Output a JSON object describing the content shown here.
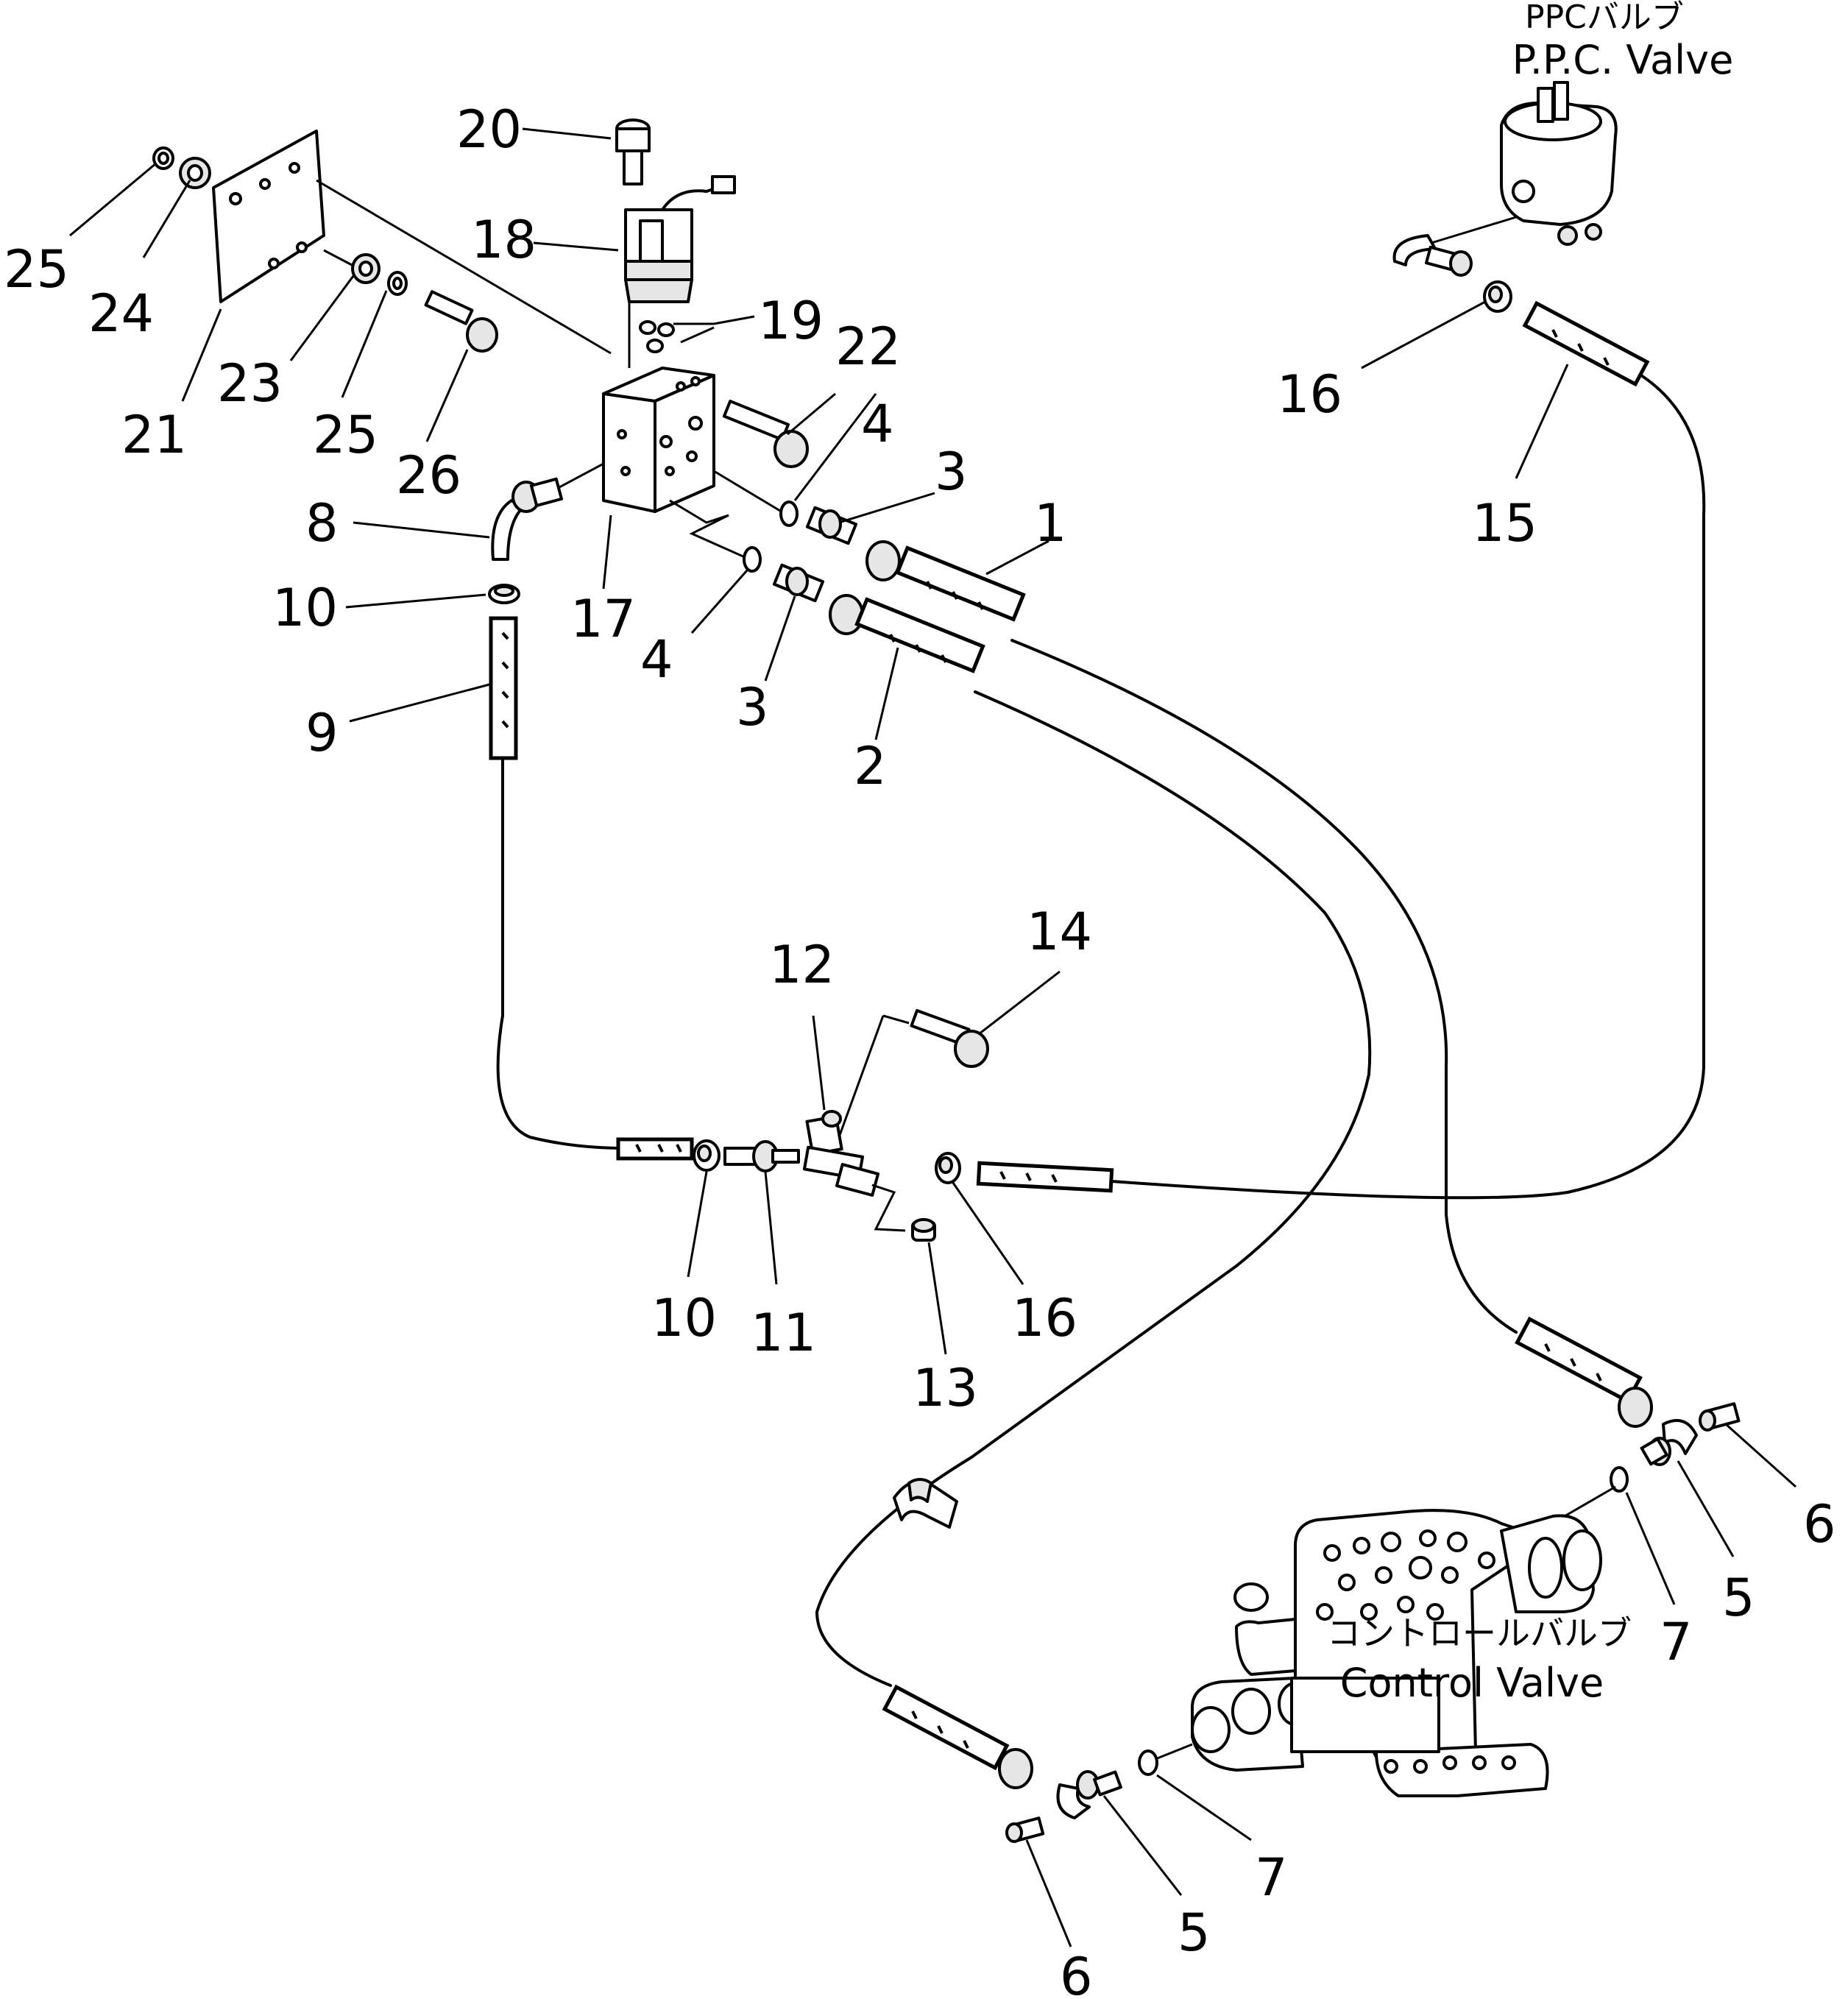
{
  "captions": {
    "ppc_valve_jp": "PPCバルブ",
    "ppc_valve_en": "P.P.C. Valve",
    "control_valve_jp": "コントロールバルブ",
    "control_valve_en": "Control Valve"
  },
  "callouts": [
    {
      "id": "c25a",
      "label": "25"
    },
    {
      "id": "c24",
      "label": "24"
    },
    {
      "id": "c21",
      "label": "21"
    },
    {
      "id": "c23",
      "label": "23"
    },
    {
      "id": "c25b",
      "label": "25"
    },
    {
      "id": "c26",
      "label": "26"
    },
    {
      "id": "c20",
      "label": "20"
    },
    {
      "id": "c18",
      "label": "18"
    },
    {
      "id": "c19",
      "label": "19"
    },
    {
      "id": "c22",
      "label": "22"
    },
    {
      "id": "c8",
      "label": "8"
    },
    {
      "id": "c17",
      "label": "17"
    },
    {
      "id": "c10a",
      "label": "10"
    },
    {
      "id": "c9",
      "label": "9"
    },
    {
      "id": "c4a",
      "label": "4"
    },
    {
      "id": "c3a",
      "label": "3"
    },
    {
      "id": "c1",
      "label": "1"
    },
    {
      "id": "c4b",
      "label": "4"
    },
    {
      "id": "c3b",
      "label": "3"
    },
    {
      "id": "c2",
      "label": "2"
    },
    {
      "id": "c16a",
      "label": "16"
    },
    {
      "id": "c15",
      "label": "15"
    },
    {
      "id": "c14",
      "label": "14"
    },
    {
      "id": "c12",
      "label": "12"
    },
    {
      "id": "c10b",
      "label": "10"
    },
    {
      "id": "c11",
      "label": "11"
    },
    {
      "id": "c13",
      "label": "13"
    },
    {
      "id": "c16b",
      "label": "16"
    },
    {
      "id": "c6a",
      "label": "6"
    },
    {
      "id": "c5a",
      "label": "5"
    },
    {
      "id": "c7a",
      "label": "7"
    },
    {
      "id": "c7b",
      "label": "7"
    },
    {
      "id": "c5b",
      "label": "5"
    },
    {
      "id": "c6b",
      "label": "6"
    }
  ]
}
